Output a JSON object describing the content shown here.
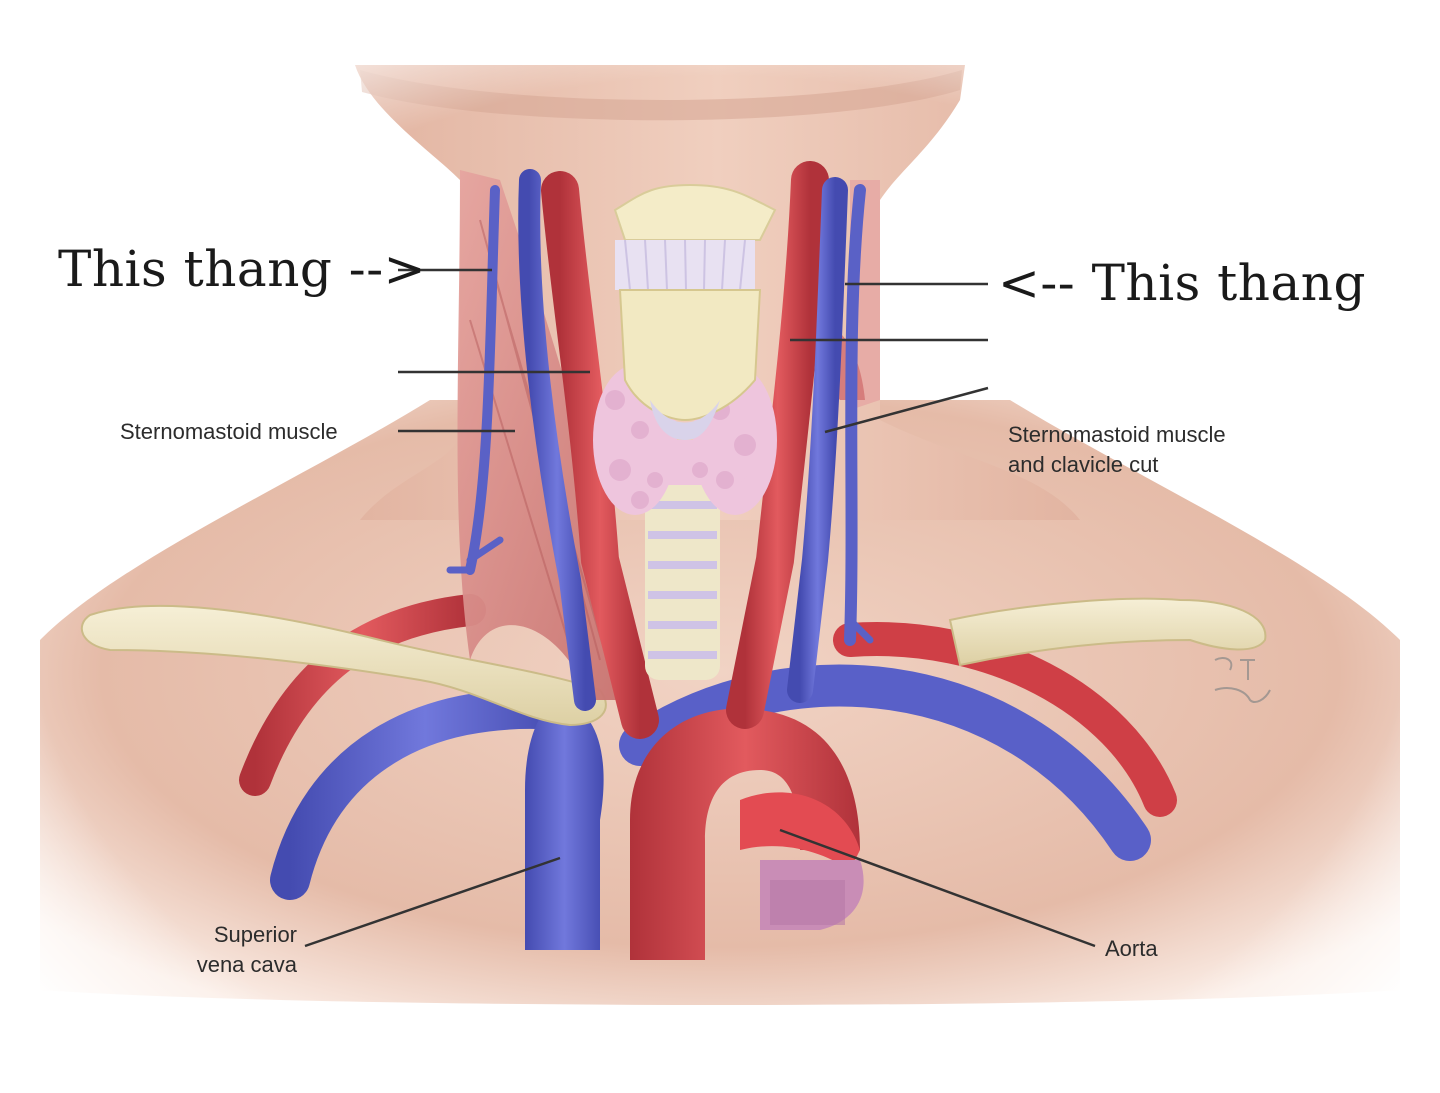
{
  "labels": {
    "this_thang_left": "This thang -->",
    "this_thang_right": "<-- This thang",
    "sternomastoid_left": "Sternomastoid muscle",
    "sternomastoid_right_line1": "Sternomastoid muscle",
    "sternomastoid_right_line2": "and clavicle cut",
    "svc_line1": "Superior",
    "svc_line2": "vena cava",
    "aorta": "Aorta"
  },
  "colors": {
    "skin": "#e9c6b6",
    "skin_shadow": "#d8ac98",
    "artery": "#d9454b",
    "artery_dark": "#a82b33",
    "vein": "#5b62c8",
    "vein_dark": "#3f44a0",
    "bone": "#efe6c2",
    "muscle": "#d88b86",
    "thyroid": "#ecc3dc",
    "cartilage": "#e8e1f1",
    "leader_line": "#333333"
  }
}
